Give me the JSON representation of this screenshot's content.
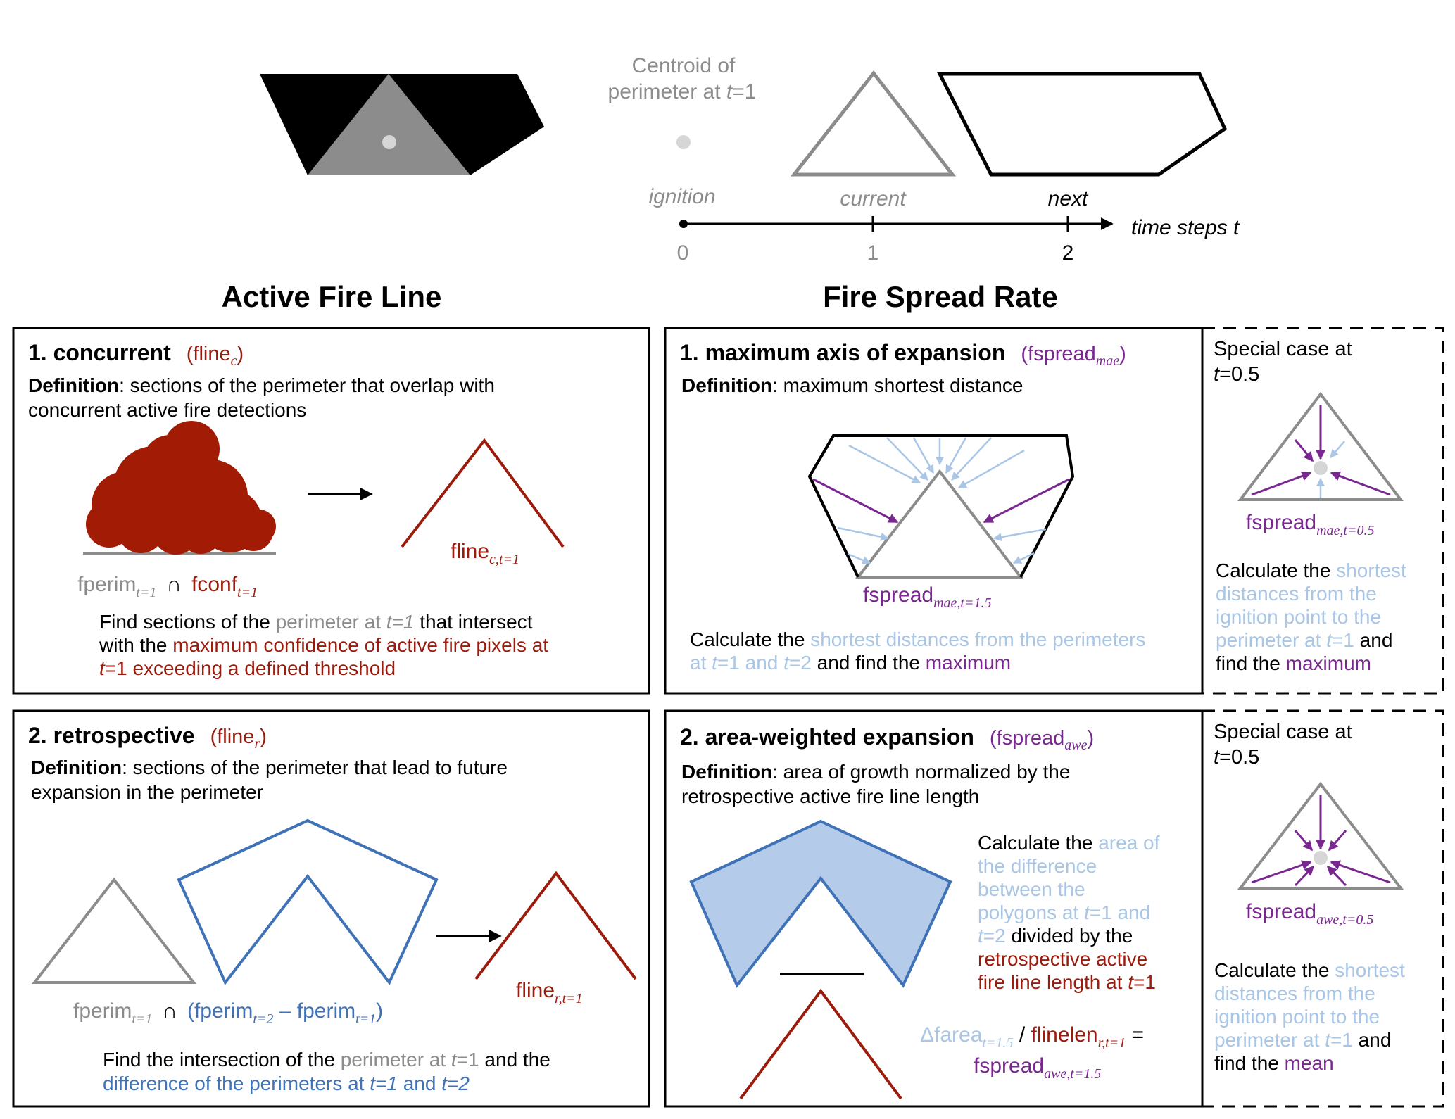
{
  "colors": {
    "gray": "#8c8c8c",
    "light_gray": "#d6d6d6",
    "fire_red": "#9b1b0c",
    "fire_fill": "#a11b05",
    "blue": "#3f72b6",
    "light_blue": "#a9c6e6",
    "blue_fill": "#b4cbe9",
    "purple": "#7a2791",
    "black": "#000000"
  },
  "top": {
    "centroid_label_1": "Centroid of",
    "centroid_label_2a": "perimeter at ",
    "centroid_label_2b": "t",
    "centroid_label_2c": "=1",
    "ignition": "ignition",
    "current": "current",
    "next": "next",
    "axis_label": "time steps t",
    "tick_0": "0",
    "tick_1": "1",
    "tick_2": "2"
  },
  "headings": {
    "left": "Active Fire Line",
    "right": "Fire Spread Rate"
  },
  "concurrent": {
    "title": "1. concurrent",
    "symbol": "fline",
    "symbol_sub": "c",
    "def_bold": "Definition",
    "def_line1": ": sections of the perimeter that overlap with",
    "def_line2": "concurrent active fire detections",
    "lbl_fperim": "fperim",
    "lbl_fperim_sub": "t=1",
    "cap": "∩",
    "lbl_fconf": "fconf",
    "lbl_fconf_sub": "t=1",
    "result": "fline",
    "result_sub": "c,t=1",
    "desc1a": "Find sections of the ",
    "desc1b": "perimeter at ",
    "desc1c": "t=1",
    "desc1d": " that intersect",
    "desc2a": "with the ",
    "desc2b": "maximum confidence of active fire pixels at",
    "desc3a": "t",
    "desc3b": "=1 exceeding a defined threshold"
  },
  "retrospective": {
    "title": "2. retrospective",
    "symbol": "fline",
    "symbol_sub": "r",
    "def_bold": "Definition",
    "def_line1": ": sections of the perimeter that lead to future",
    "def_line2": "expansion in the perimeter",
    "lbl_fperim": "fperim",
    "lbl_fperim_sub": "t=1",
    "cap": "∩",
    "lbl_diff_open": "(fperim",
    "lbl_diff_sub1": "t=2",
    "lbl_diff_minus": " – fperim",
    "lbl_diff_sub2": "t=1",
    "lbl_diff_close": ")",
    "result": "fline",
    "result_sub": "r,t=1",
    "desc1a": "Find the intersection of the ",
    "desc1b": "perimeter at ",
    "desc1c": "t",
    "desc1d": "=1",
    "desc1e": " and the",
    "desc2a": "difference of the perimeters at ",
    "desc2b": "t=1",
    "desc2c": " and ",
    "desc2d": "t=2"
  },
  "mae": {
    "title": "1. maximum axis of expansion",
    "symbol": "(fspread",
    "symbol_sub": "mae",
    "symbol_close": ")",
    "def_bold": "Definition",
    "def_line1": ": maximum shortest distance",
    "result": "fspread",
    "result_sub": "mae,t=1.5",
    "desc1a": "Calculate the ",
    "desc1b": "shortest distances from the perimeters",
    "desc2a": "at ",
    "desc2b": "t",
    "desc2c": "=1 and ",
    "desc2d": "t",
    "desc2e": "=2",
    "desc2f": " and find the ",
    "desc2g": "maximum"
  },
  "awe": {
    "title": "2. area-weighted expansion",
    "symbol": "(fspread",
    "symbol_sub": "awe",
    "symbol_close": ")",
    "def_bold": "Definition",
    "def_line1": ": area of growth normalized by the",
    "def_line2": "retrospective active fire line length",
    "desc1": "Calculate the ",
    "desc1b": "area of",
    "desc2": "the difference",
    "desc3": "between the",
    "desc4a": "polygons at ",
    "desc4b": "t",
    "desc4c": "=1 and",
    "desc5a": "t",
    "desc5b": "=2",
    "desc5c": " divided by the",
    "desc6": "retrospective active",
    "desc7a": "fire line length at ",
    "desc7b": "t",
    "desc7c": "=1",
    "eq_delta": "Δfarea",
    "eq_delta_sub": "t=1.5",
    "eq_slash": " / ",
    "eq_flinelen": "flinelen",
    "eq_flinelen_sub": "r,t=1",
    "eq_equals": " =",
    "eq_result": "fspread",
    "eq_result_sub": "awe,t=1.5"
  },
  "special_mae": {
    "title1": "Special case at",
    "title2a": "t",
    "title2b": "=0.5",
    "result": "fspread",
    "result_sub": "mae,t=0.5",
    "desc1a": "Calculate the ",
    "desc1b": "shortest",
    "desc2": "distances from the",
    "desc3": "ignition point to the",
    "desc4a": "perimeter at ",
    "desc4b": "t",
    "desc4c": "=1",
    "desc4d": " and",
    "desc5a": "find the ",
    "desc5b": "maximum"
  },
  "special_awe": {
    "title1": "Special case at",
    "title2a": "t",
    "title2b": "=0.5",
    "result": "fspread",
    "result_sub": "awe,t=0.5",
    "desc1a": "Calculate the ",
    "desc1b": "shortest",
    "desc2": "distances from the",
    "desc3": "ignition point to the",
    "desc4a": "perimeter at ",
    "desc4b": "t",
    "desc4c": "=1",
    "desc4d": " and",
    "desc5a": "find the ",
    "desc5b": "mean"
  }
}
